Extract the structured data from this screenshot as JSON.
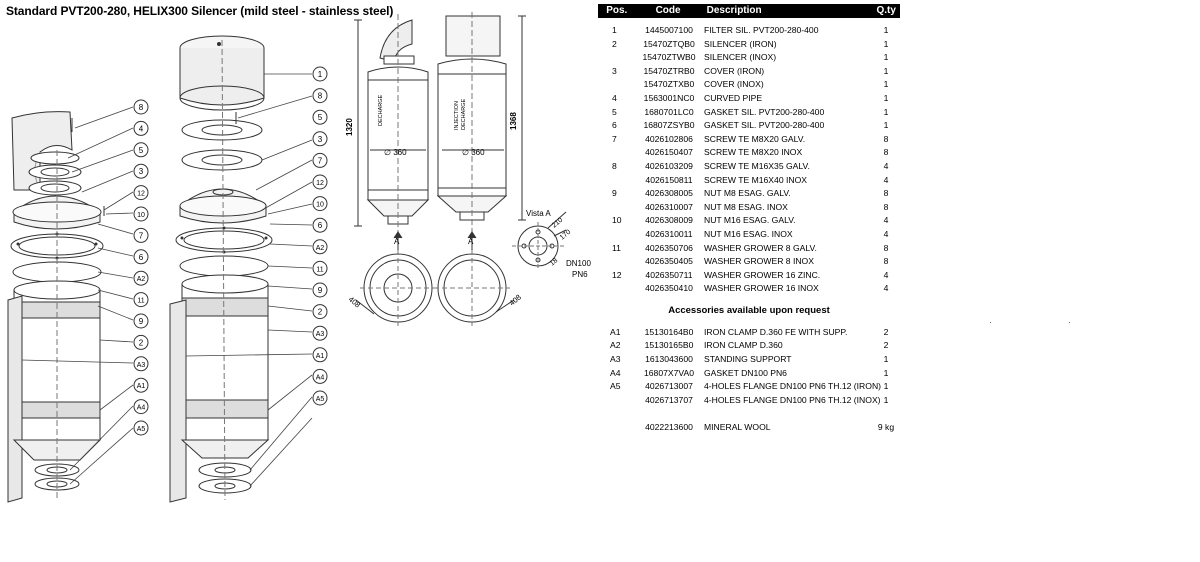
{
  "document": {
    "title": "Standard PVT200-280, HELIX300 Silencer (mild steel - stainless steel)"
  },
  "drawing": {
    "callouts_left": [
      "8",
      "4",
      "5",
      "3",
      "12",
      "10",
      "7",
      "6",
      "A2",
      "11",
      "9",
      "2",
      "A3",
      "A1",
      "A4",
      "A5"
    ],
    "callouts_right": [
      "1",
      "8",
      "5",
      "3",
      "7",
      "12",
      "10",
      "6",
      "A2",
      "11",
      "9",
      "2",
      "A3",
      "A1",
      "A4",
      "A5"
    ],
    "labels": {
      "height_1": "1320",
      "height_2": "1368",
      "diam_1": "∅ 360",
      "diam_2": "∅ 360",
      "side_text_1": "DECHARGE",
      "side_text_2": "INJECTION",
      "side_text_3": "DECHARGE",
      "section_1": "A",
      "section_2": "A",
      "flange_1": "408",
      "flange_2": "408",
      "vista": "Vista A",
      "dim_210": "210",
      "dim_170": "170",
      "dim_18": "18",
      "dn": "DN100",
      "pn": "PN6"
    }
  },
  "table": {
    "headers": {
      "pos": "Pos.",
      "code": "Code",
      "description": "Description",
      "qty": "Q.ty"
    },
    "rows": [
      {
        "pos": "1",
        "code": "1445007100",
        "description": "FILTER SIL. PVT200-280-400",
        "qty": "1"
      },
      {
        "pos": "2",
        "code": "15470ZTQB0",
        "description": "SILENCER (IRON)",
        "qty": "1"
      },
      {
        "pos": "",
        "code": "15470ZTWB0",
        "description": "SILENCER (INOX)",
        "qty": "1"
      },
      {
        "pos": "3",
        "code": "15470ZTRB0",
        "description": "COVER (IRON)",
        "qty": "1"
      },
      {
        "pos": "",
        "code": "15470ZTXB0",
        "description": "COVER (INOX)",
        "qty": "1"
      },
      {
        "pos": "4",
        "code": "1563001NC0",
        "description": "CURVED PIPE",
        "qty": "1"
      },
      {
        "pos": "5",
        "code": "1680701LC0",
        "description": "GASKET SIL. PVT200-280-400",
        "qty": "1"
      },
      {
        "pos": "6",
        "code": "16807ZSYB0",
        "description": "GASKET SIL. PVT200-280-400",
        "qty": "1"
      },
      {
        "pos": "7",
        "code": "4026102806",
        "description": "SCREW TE M8X20 GALV.",
        "qty": "8"
      },
      {
        "pos": "",
        "code": "4026150407",
        "description": "SCREW TE M8X20 INOX",
        "qty": "8"
      },
      {
        "pos": "8",
        "code": "4026103209",
        "description": "SCREW TE M16X35 GALV.",
        "qty": "4"
      },
      {
        "pos": "",
        "code": "4026150811",
        "description": "SCREW TE M16X40 INOX",
        "qty": "4"
      },
      {
        "pos": "9",
        "code": "4026308005",
        "description": "NUT M8 ESAG. GALV.",
        "qty": "8"
      },
      {
        "pos": "",
        "code": "4026310007",
        "description": "NUT M8 ESAG. INOX",
        "qty": "8"
      },
      {
        "pos": "10",
        "code": "4026308009",
        "description": "NUT M16 ESAG. GALV.",
        "qty": "4"
      },
      {
        "pos": "",
        "code": "4026310011",
        "description": "NUT M16 ESAG. INOX",
        "qty": "4"
      },
      {
        "pos": "11",
        "code": "4026350706",
        "description": "WASHER GROWER 8 GALV.",
        "qty": "8"
      },
      {
        "pos": "",
        "code": "4026350405",
        "description": "WASHER GROWER 8 INOX",
        "qty": "8"
      },
      {
        "pos": "12",
        "code": "4026350711",
        "description": "WASHER GROWER 16 ZINC.",
        "qty": "4"
      },
      {
        "pos": "",
        "code": "4026350410",
        "description": "WASHER GROWER 16 INOX",
        "qty": "4"
      }
    ],
    "accessories_title": "Accessories available upon request",
    "accessories": [
      {
        "pos": "A1",
        "code": "15130164B0",
        "description": "IRON CLAMP D.360 FE WITH SUPP.",
        "qty": "2"
      },
      {
        "pos": "A2",
        "code": "15130165B0",
        "description": "IRON CLAMP D.360",
        "qty": "2"
      },
      {
        "pos": "A3",
        "code": "1613043600",
        "description": "STANDING SUPPORT",
        "qty": "1"
      },
      {
        "pos": "A4",
        "code": "16807X7VA0",
        "description": "GASKET DN100 PN6",
        "qty": "1"
      },
      {
        "pos": "A5",
        "code": "4026713007",
        "description": "4-HOLES FLANGE DN100 PN6 TH.12 (IRON)",
        "qty": "1"
      },
      {
        "pos": "",
        "code": "4026713707",
        "description": "4-HOLES FLANGE DN100 PN6 TH.12 (INOX)",
        "qty": "1"
      }
    ],
    "extra": {
      "code": "4022213600",
      "description": "MINERAL WOOL",
      "qty": "9 kg"
    }
  }
}
